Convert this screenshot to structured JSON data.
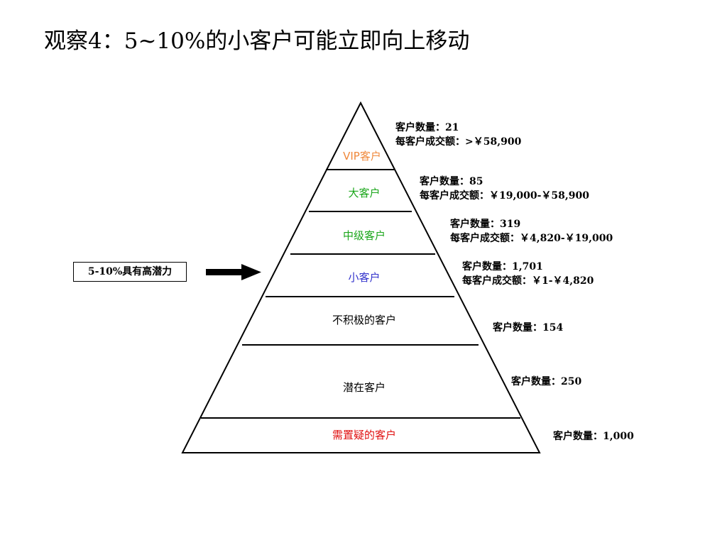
{
  "title": "观察4：5~10%的小客户可能立即向上移动",
  "callout": {
    "label": "5-10%具有高潜力"
  },
  "tiers": [
    {
      "name": "VIP客户",
      "color": "#f0883a",
      "info": [
        "客户数量：21",
        "每客户成交额：>￥58,900"
      ]
    },
    {
      "name": "大客户",
      "color": "#1aa61a",
      "info": [
        "客户数量：85",
        "每客户成交额：￥19,000-￥58,900"
      ]
    },
    {
      "name": "中级客户",
      "color": "#1aa61a",
      "info": [
        "客户数量：319",
        "每客户成交额：￥4,820-￥19,000"
      ]
    },
    {
      "name": "小客户",
      "color": "#3333cc",
      "info": [
        "客户数量：1,701",
        "每客户成交额：￥1-￥4,820"
      ]
    },
    {
      "name": "不积极的客户",
      "color": "#000000",
      "info": [
        "客户数量：154"
      ]
    },
    {
      "name": "潜在客户",
      "color": "#000000",
      "info": [
        "客户数量：250"
      ]
    },
    {
      "name": "需置疑的客户",
      "color": "#e01010",
      "info": [
        "客户数量：1,000"
      ]
    }
  ]
}
